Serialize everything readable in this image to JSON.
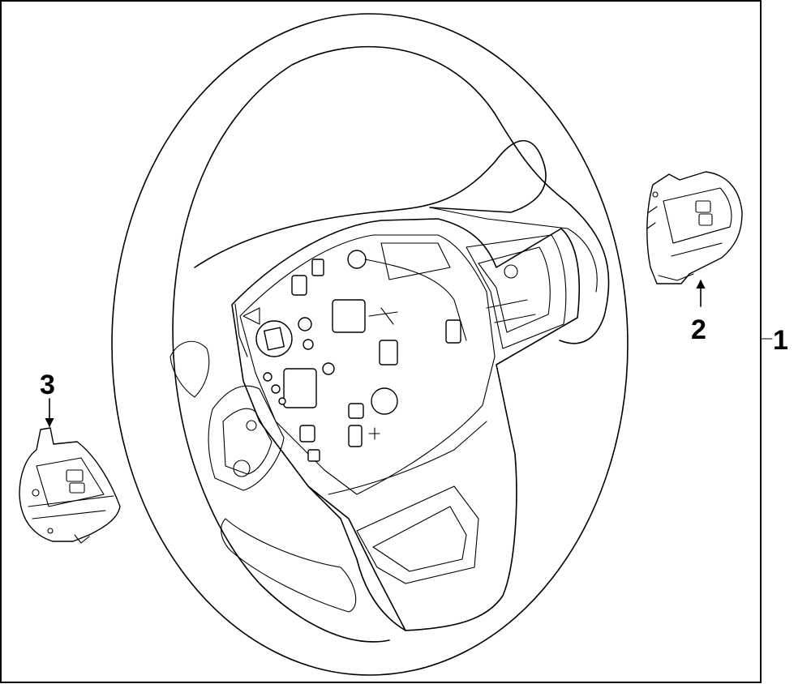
{
  "callouts": {
    "steering_wheel": "1",
    "right_switch": "2",
    "left_switch": "3"
  }
}
